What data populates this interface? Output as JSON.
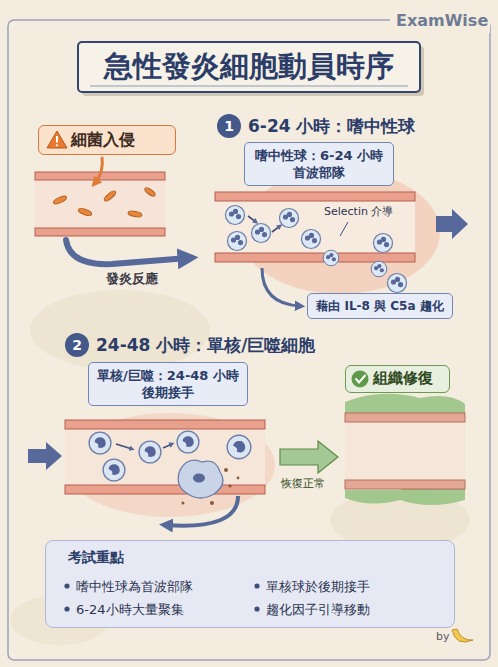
{
  "diagram": {
    "title": "急性發炎細胞動員時序",
    "nodes": [
      {
        "text": [
          "細菌入侵"
        ]
      },
      {
        "text": [
          "1",
          "6-24 小時：嗜中性球"
        ]
      },
      {
        "text": [
          "嗜中性球：6-24 小時 首波部隊"
        ]
      },
      {
        "text": [
          "藉由 IL-8 與 C5a 趨化"
        ]
      },
      {
        "text": [
          "2",
          "24-48 小時：單核/巨噬細胞"
        ]
      },
      {
        "text": [
          "單核/巨噬：24-48 小時 後期接手"
        ]
      },
      {
        "text": [
          "組織修復"
        ]
      },
      {
        "text": [
          "考試重點",
          "嗜中性球為首波部隊",
          "單核球於後期接手",
          "6-24小時大量聚集",
          "趨化因子引導移動"
        ]
      }
    ],
    "labels": [
      "ExamWise",
      "發炎反應",
      "Selectin 介導",
      "恢復正常",
      "by"
    ]
  }
}
